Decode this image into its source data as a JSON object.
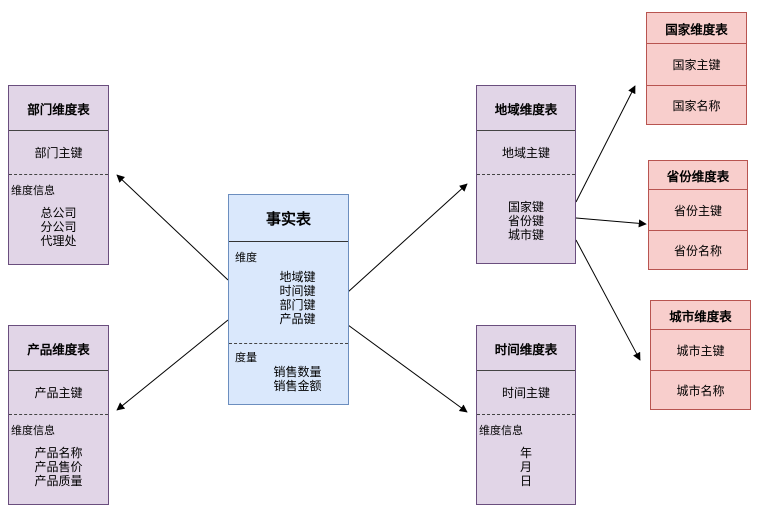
{
  "fact": {
    "title": "事实表",
    "dim_label": "维度",
    "dim_items": [
      "地域键",
      "时间键",
      "部门键",
      "产品键"
    ],
    "measure_label": "度量",
    "measure_items": [
      "销售数量",
      "销售金额"
    ]
  },
  "dept": {
    "title": "部门维度表",
    "key": "部门主键",
    "info_label": "维度信息",
    "items": [
      "总公司",
      "分公司",
      "代理处"
    ]
  },
  "product": {
    "title": "产品维度表",
    "key": "产品主键",
    "info_label": "维度信息",
    "items": [
      "产品名称",
      "产品售价",
      "产品质量"
    ]
  },
  "region": {
    "title": "地域维度表",
    "key": "地域主键",
    "items": [
      "国家键",
      "省份键",
      "城市键"
    ]
  },
  "time": {
    "title": "时间维度表",
    "key": "时间主键",
    "info_label": "维度信息",
    "items": [
      "年",
      "月",
      "日"
    ]
  },
  "country": {
    "title": "国家维度表",
    "key": "国家主键",
    "name": "国家名称"
  },
  "province": {
    "title": "省份维度表",
    "key": "省份主键",
    "name": "省份名称"
  },
  "city": {
    "title": "城市维度表",
    "key": "城市主键",
    "name": "城市名称"
  },
  "colors": {
    "dimension_fill": "#e1d5e7",
    "fact_fill": "#dae8fc",
    "sub_dimension_fill": "#f8cecc"
  }
}
